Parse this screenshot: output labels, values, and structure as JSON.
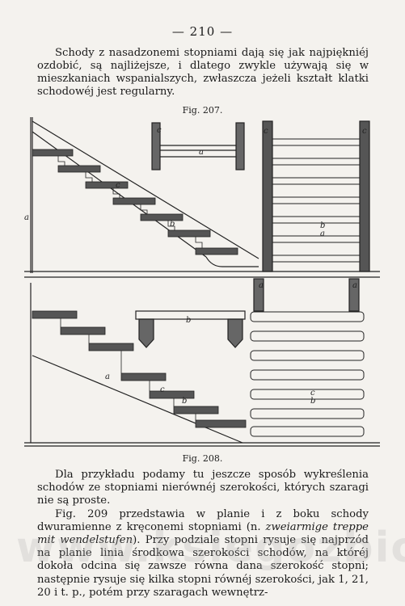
{
  "page": {
    "number": "— 210 —",
    "intro_paragraph": "Schody z nasadzonemi stopniami dają się jak najpiękniéj ozdobić, są najliżejsze, i dlatego zwykle używają się w mieszkaniach wspanialszych, zwłaszcza jeżeli kształt klatki schodowéj jest regularny.",
    "fig207_caption": "Fig. 207.",
    "fig208_caption": "Fig. 208.",
    "para2": "Dla przykładu podamy tu jeszcze sposób wykreślenia schodów ze stopniami nierównéj szerokości, których szaragi nie są proste.",
    "para3_start": "Fig. 209 przedstawia w planie i z boku schody dwuramienne z kręconemi stopniami (n. ",
    "para3_german": "zweiarmige treppe mit wendelstufen",
    "para3_end": "). Przy podziale stopni rysuje się najprzód na planie linia środkowa szerokości schodów, na któréj dokoła odcina się zawsze równa dana szerokość stopni; następnie rysuje się kilka stopni równéj szerokości, jak 1, 21, 20 i t. p., potém przy szaragach wewnętrz-",
    "watermark": "www.ksiegozbior.pl"
  },
  "figure_labels": {
    "a": "a",
    "b": "b",
    "c": "c"
  }
}
